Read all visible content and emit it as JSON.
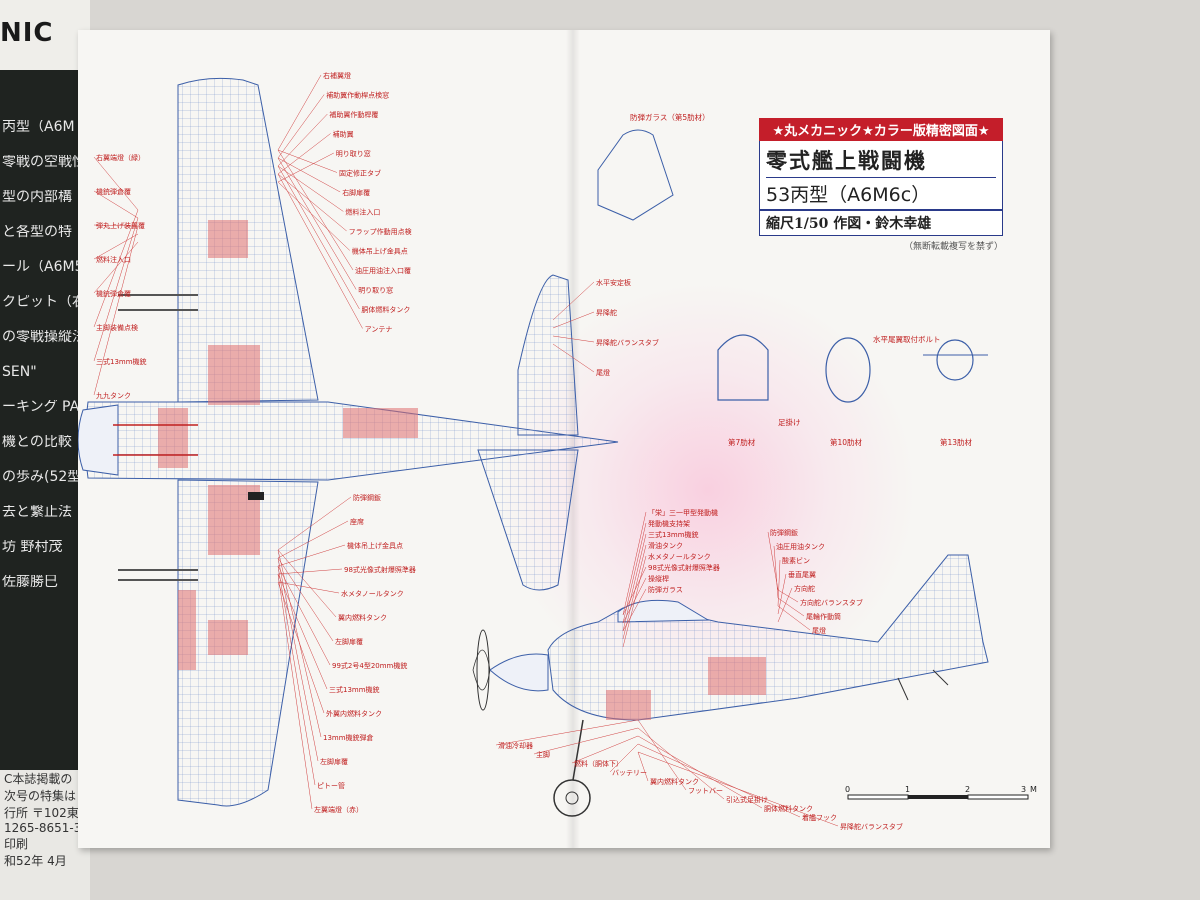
{
  "spine": {
    "brand": "NIC",
    "items": [
      "丙型（A6M",
      "零戦の空戦性",
      "型の内部構",
      "と各型の特",
      "ール（A6M5",
      "クピット（右",
      "の零戦操縦法",
      "SEN\"",
      "ーキング PAR",
      "機との比較",
      "の歩み(52型",
      "去と繋止法",
      "坊 野村茂",
      "佐藤勝巳"
    ],
    "bottom": [
      "C本誌掲載の",
      "次号の特集は",
      "行所 〒102東",
      "1265-8651-3",
      "印刷",
      "和52年 4月"
    ]
  },
  "title": {
    "banner": "★丸メカニック★カラー版精密図面★",
    "line1": "零式艦上戦闘機",
    "line2": "53丙型（A6M6c）",
    "scale": "縮尺1/50  作図・鈴木幸雄",
    "note": "（無断転載複写を禁ず）"
  },
  "plan_labels": {
    "top": [
      "右補翼燈",
      "補助翼作動桿点検窓",
      "補助翼作動桿覆",
      "補助翼",
      "明り取り窓",
      "固定修正タブ",
      "右脚扉覆",
      "燃料注入口",
      "フラップ作動用点検",
      "機体吊上げ金具点",
      "油圧用油注入口覆",
      "明り取り窓",
      "胴体燃料タンク",
      "アンテナ"
    ],
    "left": [
      "右翼端燈（緑）",
      "機銃弾倉覆",
      "弾丸上げ装置覆",
      "燃料注入口",
      "機銃弾倉覆",
      "主脚装備点検",
      "三式13mm機銃",
      "九九タンク"
    ],
    "bottom": [
      "防弾鋼鈑",
      "座席",
      "機体吊上げ金具点",
      "98式光像式射爆照準器",
      "水メタノールタンク",
      "翼内燃料タンク",
      "左脚扉覆",
      "99式2号4型20mm機銃",
      "三式13mm機銃",
      "外翼内燃料タンク",
      "13mm機銃弾倉",
      "左脚扉覆",
      "ピトー管",
      "左翼端燈（赤）"
    ]
  },
  "side_labels": {
    "tail": [
      "水平安定板",
      "昇降舵",
      "昇降舵バランスタブ",
      "尾燈"
    ],
    "left": [
      "「栄」三一甲型発動機",
      "発動機支持架",
      "三式13mm機銃",
      "滑油タンク",
      "水メタノールタンク",
      "98式光像式射爆照準器",
      "操縦桿",
      "防弾ガラス"
    ],
    "right": [
      "防弾鋼鈑",
      "油圧用油タンク",
      "酸素ビン",
      "垂直尾翼",
      "方向舵",
      "方向舵バランスタブ",
      "尾輪作動筒",
      "尾燈"
    ],
    "bottom": [
      "滑油冷却器",
      "主脚",
      "燃料（胴体下）",
      "バッテリー",
      "翼内燃料タンク",
      "フットバー",
      "引込式足掛け",
      "胴体燃料タンク",
      "着艦フック",
      "昇降舵バランスタブ"
    ]
  },
  "sections": {
    "windshield": "防弾ガラス（第5肋材）",
    "frames": [
      "第7肋材",
      "第10肋材",
      "第13肋材"
    ],
    "step": "足掛け",
    "bolt": "水平尾翼取付ボルト"
  },
  "scale_bar": {
    "ticks": [
      "0",
      "1",
      "2",
      "3"
    ],
    "unit": "M"
  },
  "colors": {
    "page": "#f7f6f3",
    "blueprint": "#4a6fb5",
    "tanks": "#e07070",
    "labels": "#c02020",
    "banner": "#c41e2a"
  }
}
